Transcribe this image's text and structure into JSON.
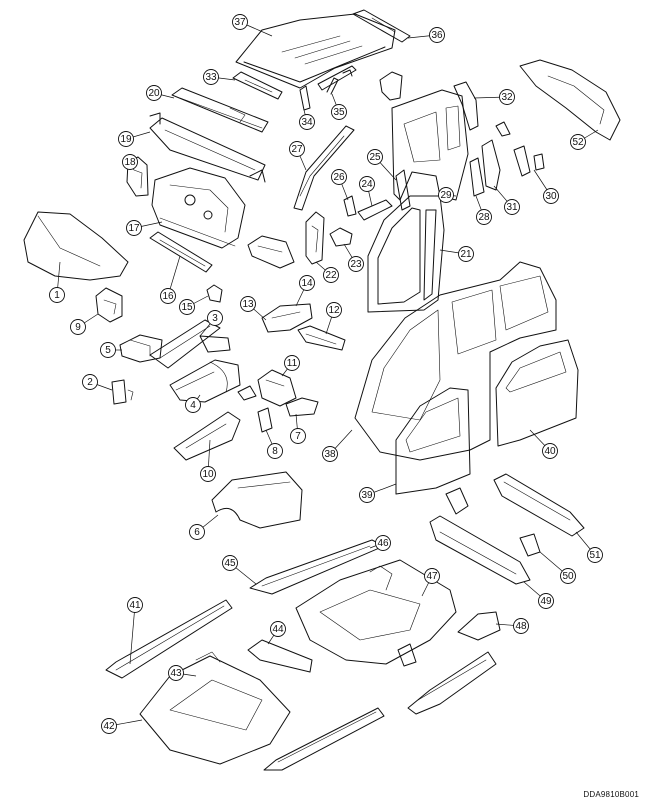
{
  "figure": {
    "id_label": "DDA9810B001"
  },
  "callouts": [
    {
      "num": "1"
    },
    {
      "num": "2"
    },
    {
      "num": "3"
    },
    {
      "num": "4"
    },
    {
      "num": "5"
    },
    {
      "num": "6"
    },
    {
      "num": "7"
    },
    {
      "num": "8"
    },
    {
      "num": "9"
    },
    {
      "num": "10"
    },
    {
      "num": "11"
    },
    {
      "num": "12"
    },
    {
      "num": "13"
    },
    {
      "num": "14"
    },
    {
      "num": "15"
    },
    {
      "num": "16"
    },
    {
      "num": "17"
    },
    {
      "num": "18"
    },
    {
      "num": "19"
    },
    {
      "num": "20"
    },
    {
      "num": "21"
    },
    {
      "num": "22"
    },
    {
      "num": "23"
    },
    {
      "num": "24"
    },
    {
      "num": "25"
    },
    {
      "num": "26"
    },
    {
      "num": "27"
    },
    {
      "num": "28"
    },
    {
      "num": "29"
    },
    {
      "num": "30"
    },
    {
      "num": "31"
    },
    {
      "num": "32"
    },
    {
      "num": "33"
    },
    {
      "num": "34"
    },
    {
      "num": "35"
    },
    {
      "num": "36"
    },
    {
      "num": "37"
    },
    {
      "num": "38"
    },
    {
      "num": "39"
    },
    {
      "num": "40"
    },
    {
      "num": "41"
    },
    {
      "num": "42"
    },
    {
      "num": "43"
    },
    {
      "num": "44"
    },
    {
      "num": "45"
    },
    {
      "num": "46"
    },
    {
      "num": "47"
    },
    {
      "num": "48"
    },
    {
      "num": "49"
    },
    {
      "num": "50"
    },
    {
      "num": "51"
    },
    {
      "num": "52"
    }
  ]
}
